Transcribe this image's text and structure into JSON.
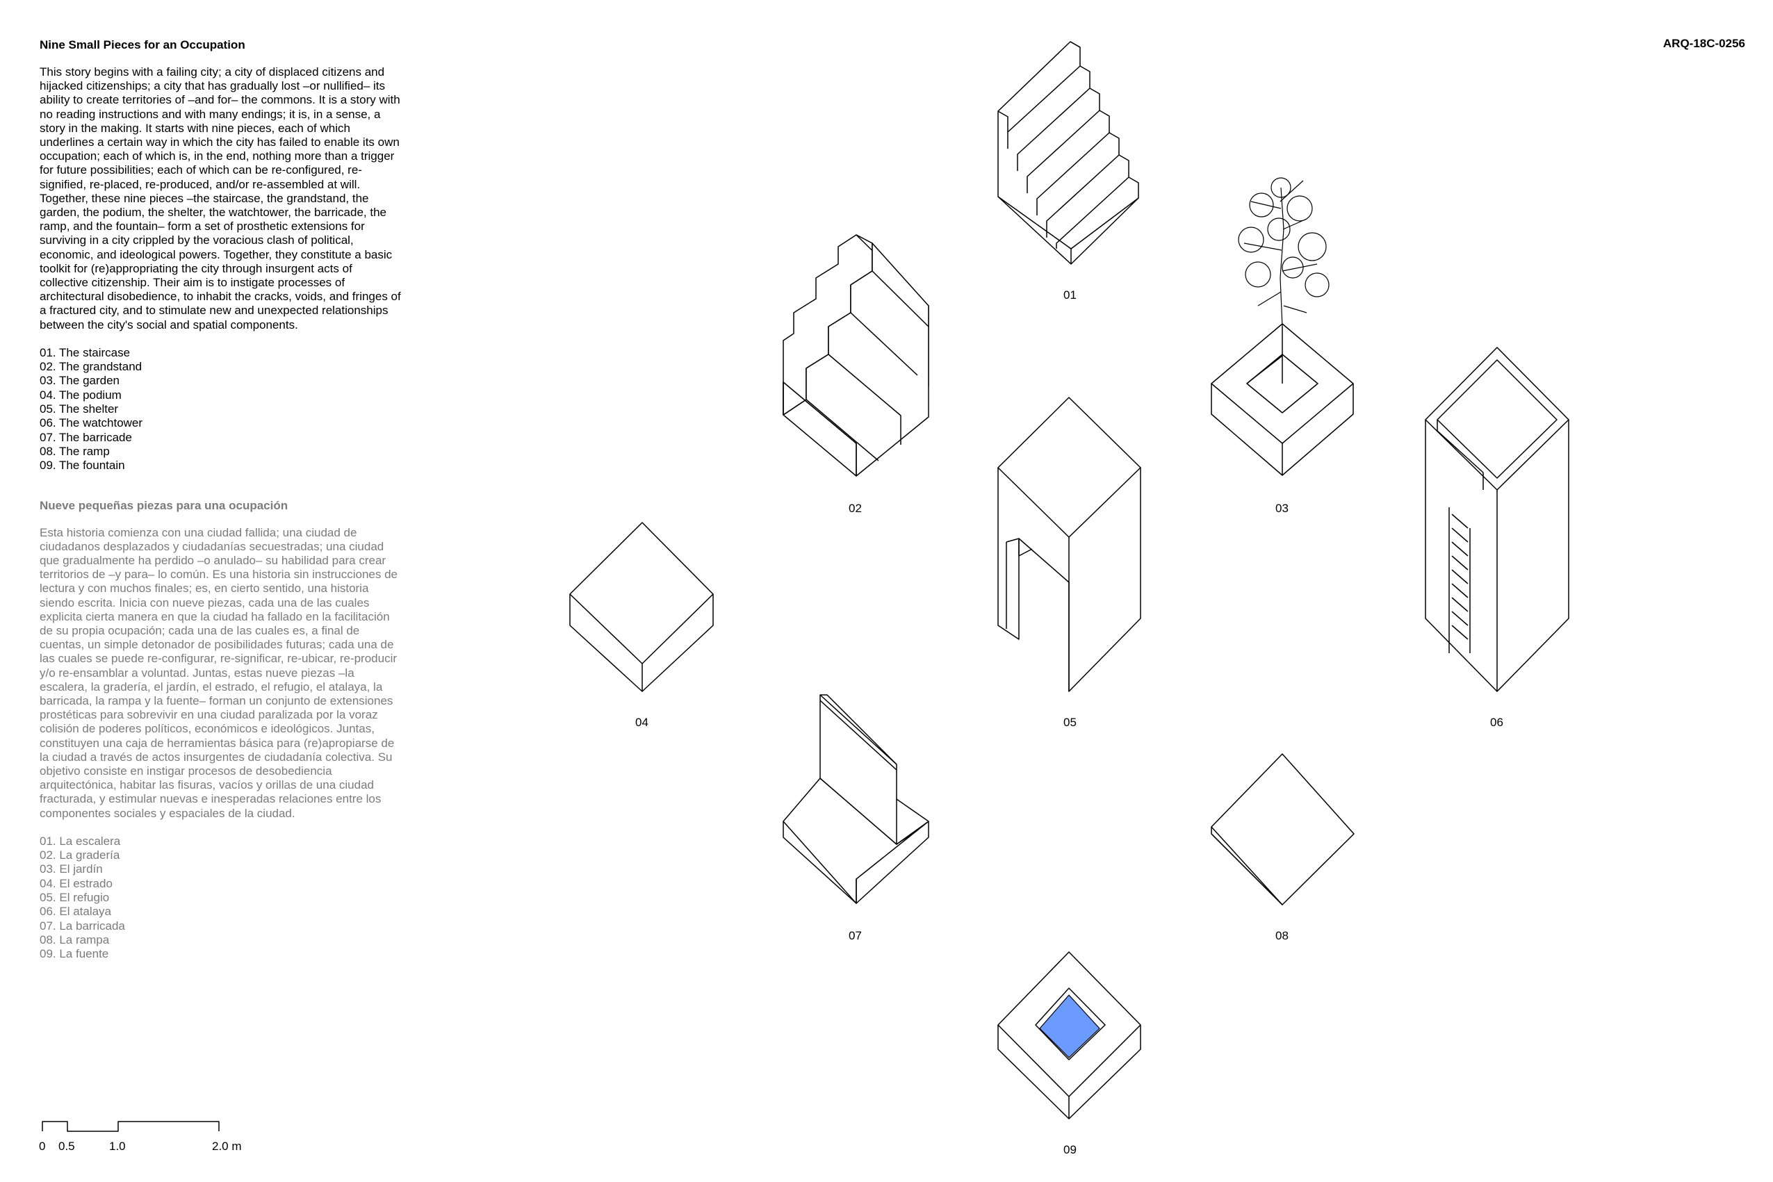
{
  "document_code": "ARQ-18C-0256",
  "english": {
    "title": "Nine Small Pieces for an Occupation",
    "body": "This story begins with a failing city; a city of displaced citizens and hijacked citizenships; a city that has gradually lost –or nullified– its ability to create territories of –and for– the commons. It is a story with no reading instructions and with many endings; it is, in a sense, a story in the making. It starts with nine pieces, each of which underlines a certain way in which the city has failed to enable its own occupation; each of which is, in the end, nothing more than a trigger for future possibilities; each of which can be re-configured, re-signified, re-placed, re-produced, and/or re-assembled at will. Together, these nine pieces –the staircase, the grandstand, the garden, the podium, the shelter, the watchtower, the barricade, the ramp, and the fountain– form a set of prosthetic extensions for surviving in a city crippled by the voracious clash of political, economic, and ideological powers. Together, they constitute a basic toolkit for (re)appropriating the city through insurgent acts of collective citizenship. Their aim is to instigate processes of architectural disobedience, to inhabit the cracks, voids, and fringes of a fractured city, and to stimulate new and unexpected relationships between the city's social and spatial components.",
    "items": [
      "01. The staircase",
      "02. The grandstand",
      "03. The garden",
      "04. The podium",
      "05. The shelter",
      "06. The watchtower",
      "07. The barricade",
      "08. The ramp",
      "09. The fountain"
    ]
  },
  "spanish": {
    "title": "Nueve pequeñas piezas para una ocupación",
    "body": "Esta historia comienza con una ciudad fallida; una ciudad de ciudadanos desplazados y ciudadanías secuestradas; una ciudad que gradualmente ha perdido –o anulado– su habilidad para crear territorios de –y para– lo común. Es una historia sin instrucciones de lectura y con muchos finales; es, en cierto sentido, una historia siendo escrita. Inicia con nueve piezas, cada una de las cuales explicita cierta manera en que la ciudad ha fallado en la facilitación de su propia ocupación; cada una de las cuales es, a final de cuentas, un simple detonador de posibilidades futuras; cada una de las cuales se puede re-configurar, re-significar, re-ubicar, re-producir y/o re-ensamblar a voluntad. Juntas, estas nueve piezas –la escalera, la gradería, el jardín, el estrado, el refugio, el atalaya, la barricada, la rampa y la fuente– forman un conjunto de extensiones prostéticas para sobrevivir en una ciudad paralizada por la voraz colisión de poderes políticos, económicos e ideológicos. Juntas, constituyen una caja de herramientas básica para (re)apropiarse de la ciudad a través de actos insurgentes de ciudadanía colectiva. Su objetivo consiste en instigar procesos de desobediencia arquitectónica, habitar las fisuras, vacíos y orillas de una ciudad fracturada, y estimular nuevas e inesperadas relaciones entre los componentes sociales y espaciales de la ciudad.",
    "items": [
      "01. La escalera",
      "02. La gradería",
      "03. El jardín",
      "04. El estrado",
      "05. El refugio",
      "06. El atalaya",
      "07. La barricada",
      "08. La rampa",
      "09. La fuente"
    ]
  },
  "scale_bar": {
    "labels": [
      "0",
      "0.5",
      "1.0",
      "2.0 m"
    ]
  },
  "pieces": [
    {
      "number": "01",
      "icon": "staircase-icon"
    },
    {
      "number": "02",
      "icon": "grandstand-icon"
    },
    {
      "number": "03",
      "icon": "garden-icon"
    },
    {
      "number": "04",
      "icon": "podium-icon"
    },
    {
      "number": "05",
      "icon": "shelter-icon"
    },
    {
      "number": "06",
      "icon": "watchtower-icon"
    },
    {
      "number": "07",
      "icon": "barricade-icon"
    },
    {
      "number": "08",
      "icon": "ramp-icon"
    },
    {
      "number": "09",
      "icon": "fountain-icon"
    }
  ],
  "colors": {
    "fountain_water": "#6b9bff",
    "spanish_text": "#7b7b7b"
  }
}
